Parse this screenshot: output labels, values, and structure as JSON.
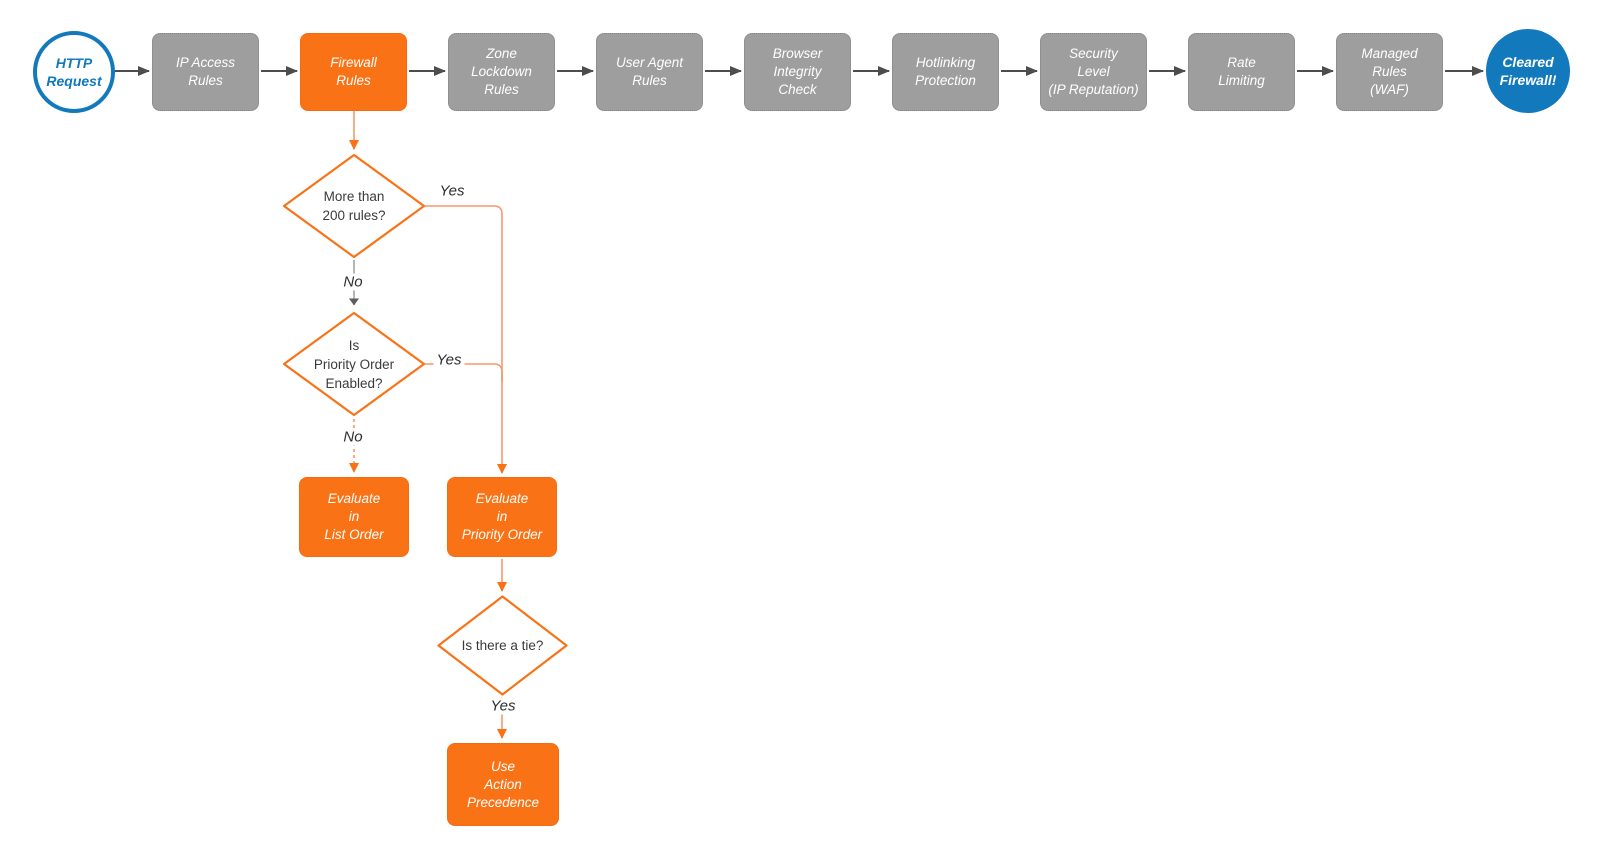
{
  "flowchart": {
    "start": {
      "label": "HTTP\nRequest"
    },
    "end": {
      "label": "Cleared\nFirewall!"
    },
    "pipeline": [
      {
        "label": "IP Access\nRules",
        "highlight": false
      },
      {
        "label": "Firewall\nRules",
        "highlight": true
      },
      {
        "label": "Zone\nLockdown\nRules",
        "highlight": false
      },
      {
        "label": "User Agent\nRules",
        "highlight": false
      },
      {
        "label": "Browser\nIntegrity\nCheck",
        "highlight": false
      },
      {
        "label": "Hotlinking\nProtection",
        "highlight": false
      },
      {
        "label": "Security\nLevel\n(IP Reputation)",
        "highlight": false
      },
      {
        "label": "Rate\nLimiting",
        "highlight": false
      },
      {
        "label": "Managed\nRules\n(WAF)",
        "highlight": false
      }
    ],
    "decisions": [
      {
        "label": "More than\n200 rules?"
      },
      {
        "label": "Is\nPriority Order\nEnabled?"
      },
      {
        "label": "Is there a tie?"
      }
    ],
    "actions": [
      {
        "label": "Evaluate\nin\nList Order"
      },
      {
        "label": "Evaluate\nin\nPriority Order"
      },
      {
        "label": "Use\nAction\nPrecedence"
      }
    ],
    "edge_labels": {
      "more_rules_yes": "Yes",
      "more_rules_no": "No",
      "priority_yes": "Yes",
      "priority_no": "No",
      "tie_yes": "Yes"
    },
    "colors": {
      "orange": "#f97316",
      "orange_line": "#f8976b",
      "gray_fill": "#9e9e9e",
      "blue": "#1279bd",
      "arrow_gray": "#4d4d4d",
      "text_dark": "#3b3b3b",
      "node_text": "#ffffff"
    }
  }
}
